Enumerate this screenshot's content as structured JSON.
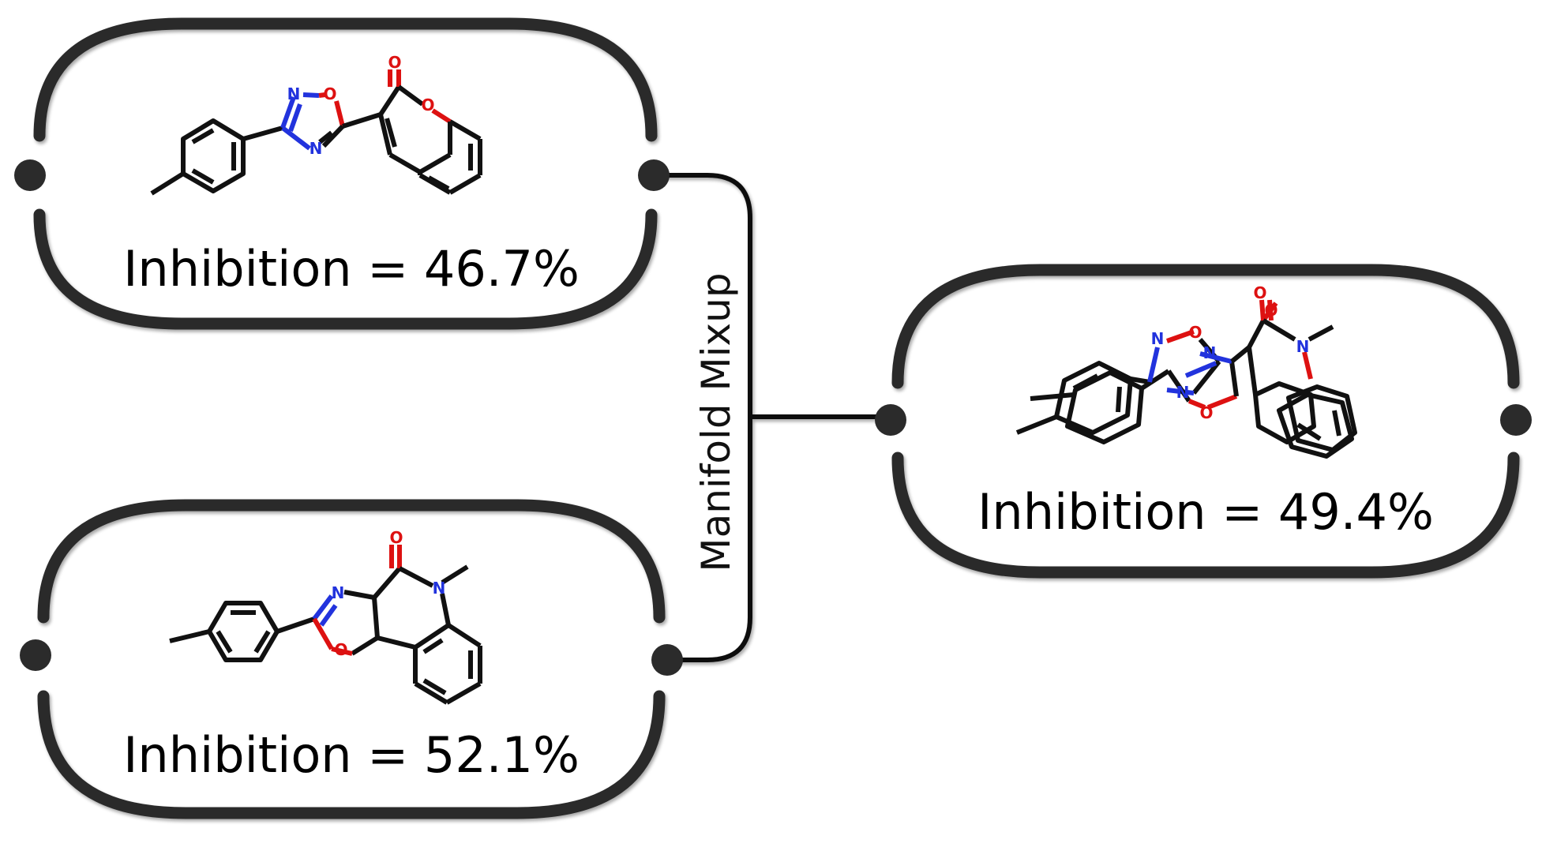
{
  "connector_label": "Manifold Mixup",
  "molecules": {
    "top": {
      "label": "Inhibition = 46.7%",
      "atoms": {
        "n1": "N",
        "o1": "O",
        "n2": "N",
        "o_carbonyl": "O",
        "o_ring": "O"
      }
    },
    "bottom": {
      "label": "Inhibition = 52.1%",
      "atoms": {
        "n_ox": "N",
        "o_ox": "O",
        "o_carbonyl": "O",
        "n_amide": "N"
      }
    },
    "mixed": {
      "label": "Inhibition = 49.4%",
      "atoms": {
        "n1": "N",
        "o1": "O",
        "n2": "N",
        "n3": "N",
        "o_ox": "O",
        "o_c1": "O",
        "o_c2": "O",
        "n_amide": "N"
      }
    }
  },
  "colors": {
    "outline": "#2b2b2b",
    "bond": "#111111",
    "nitrogen": "#2233dd",
    "oxygen": "#dd1111",
    "connector": "#111111"
  }
}
